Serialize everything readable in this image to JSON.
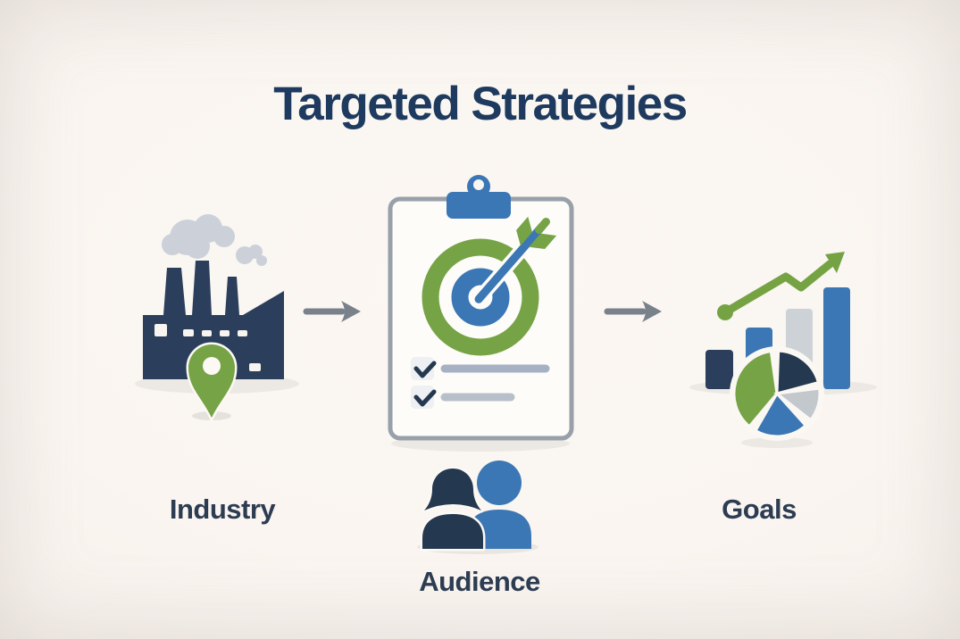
{
  "title": "Targeted Strategies",
  "diagram": {
    "nodes": [
      {
        "id": "industry",
        "label": "Industry",
        "icon": "factory-location-pin-icon"
      },
      {
        "id": "strategy",
        "label": "",
        "icon": "clipboard-target-checklist-icon"
      },
      {
        "id": "goals",
        "label": "Goals",
        "icon": "bar-chart-growth-pie-icon"
      },
      {
        "id": "audience",
        "label": "Audience",
        "icon": "audience-people-icon"
      }
    ],
    "connectors": [
      {
        "from": "industry",
        "to": "strategy",
        "icon": "arrow-right-icon"
      },
      {
        "from": "strategy",
        "to": "goals",
        "icon": "arrow-right-icon"
      }
    ]
  },
  "colors": {
    "background": "#faf5f0",
    "navy": "#2b3f5c",
    "dark_navy": "#243850",
    "blue": "#3b77b5",
    "green": "#76a346",
    "light_gray": "#cdd2d7",
    "smoke_gray": "#ccd1d9",
    "connector_gray": "#79818b",
    "checklist_line": "#a6b2c3",
    "title_text": "#1e3a5f",
    "label_text": "#2c3c52",
    "shadow": "#ece8e3"
  }
}
